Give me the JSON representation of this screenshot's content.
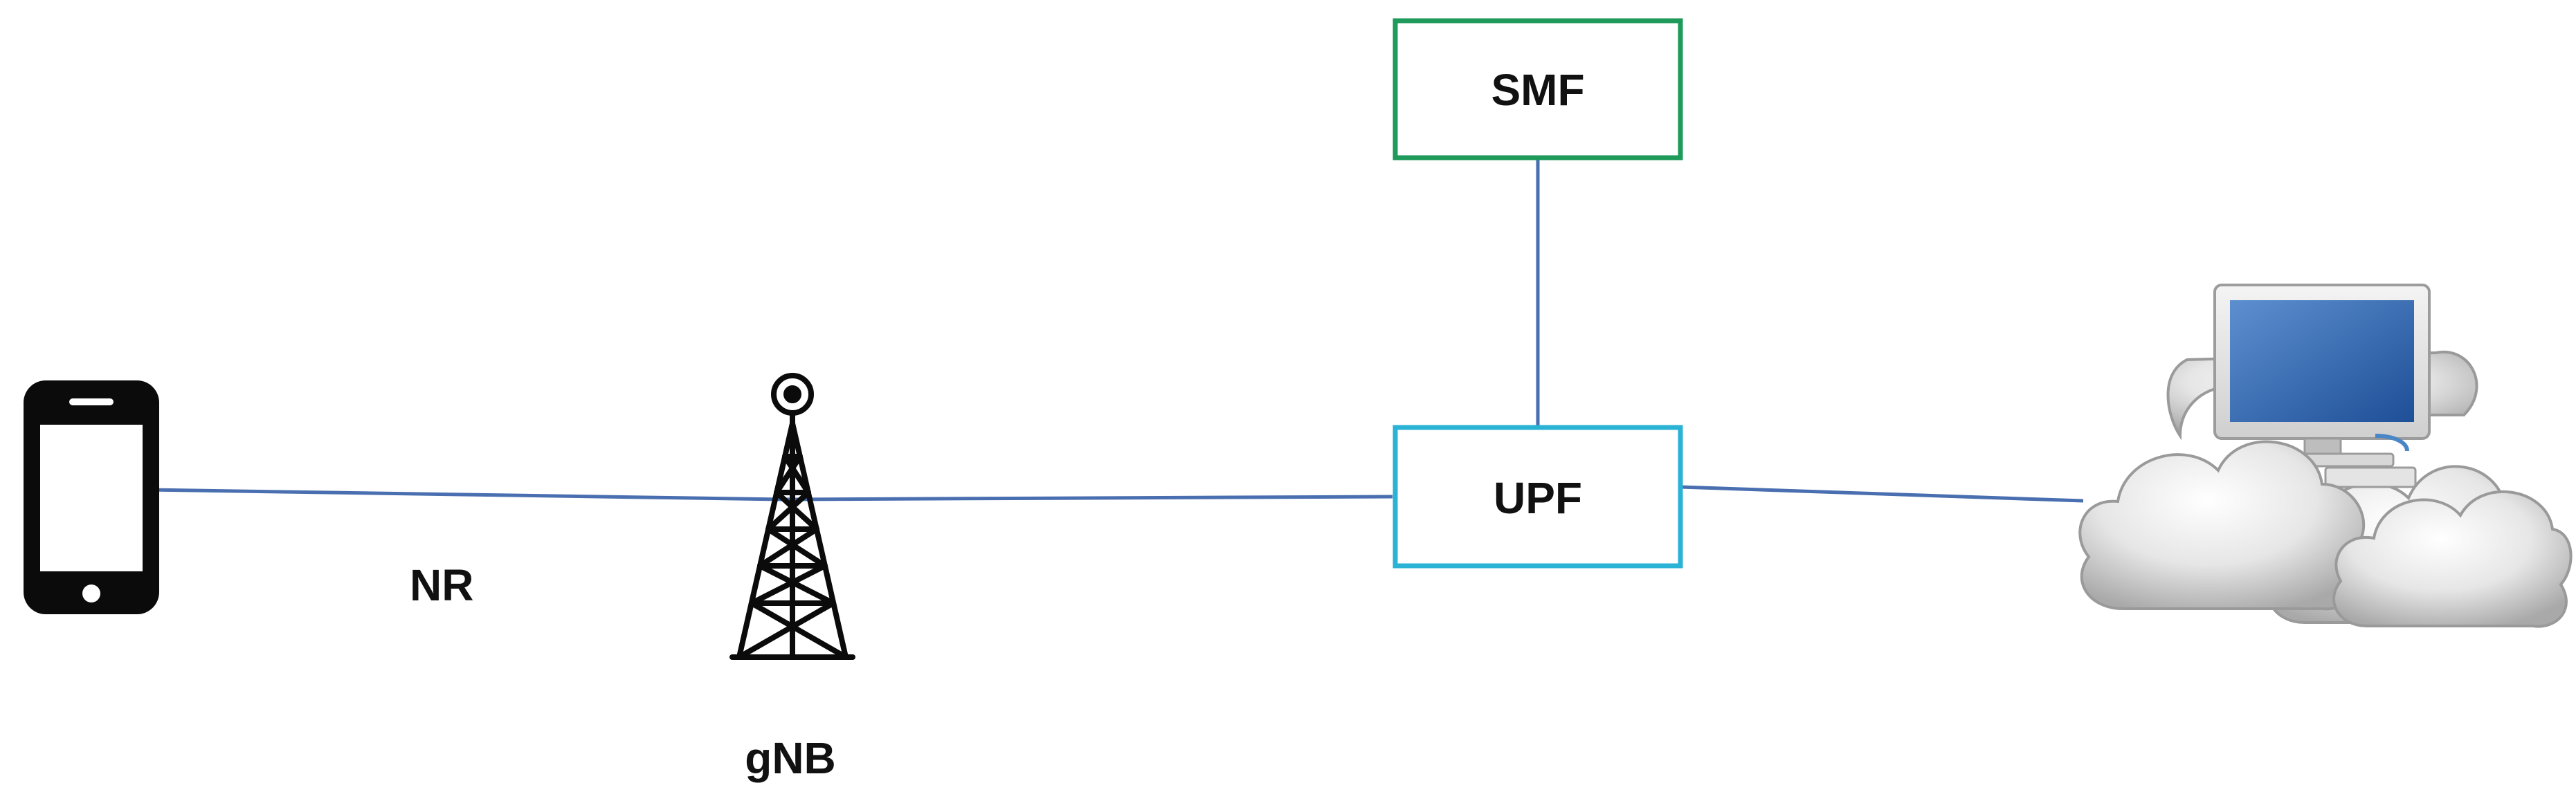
{
  "diagram": {
    "nodes": {
      "smf": {
        "label": "SMF",
        "border_color": "#1e9a5a"
      },
      "upf": {
        "label": "UPF",
        "border_color": "#2bb3d6"
      },
      "gnb": {
        "label": "gNB",
        "icon": "cell-tower-icon"
      },
      "ue": {
        "icon": "smartphone-icon"
      },
      "data_network": {
        "icons": [
          "cloud-icon",
          "desktop-computer-icon"
        ]
      }
    },
    "links": {
      "radio": {
        "label": "NR"
      },
      "color": "#4a6fb0"
    }
  }
}
